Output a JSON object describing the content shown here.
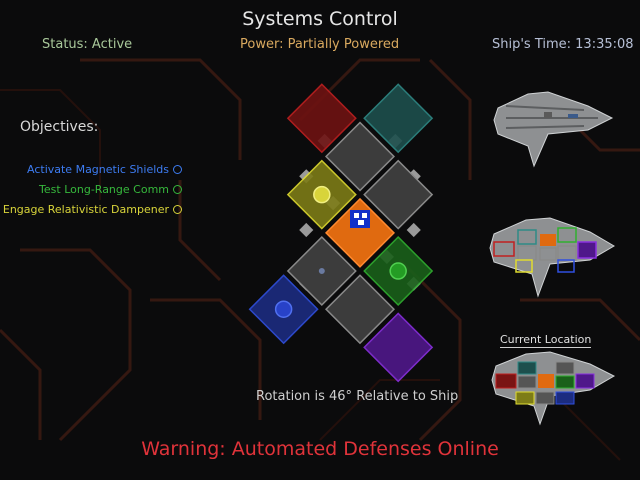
{
  "header": {
    "title": "Systems Control",
    "status": "Status: Active",
    "power": "Power: Partially Powered",
    "ship_time": "Ship's Time: 13:35:08"
  },
  "objectives": {
    "heading": "Objectives:",
    "items": [
      {
        "label": "Activate Magnetic Shields",
        "color": "#3d7cf2"
      },
      {
        "label": "Test Long-Range Comm",
        "color": "#36b83c"
      },
      {
        "label": "Engage Relativistic Dampener",
        "color": "#d8d43a"
      }
    ]
  },
  "rotation_text": "Rotation is 46° Relative to Ship",
  "warning": "Warning: Automated Defenses Online",
  "current_location_label": "Current Location",
  "module_colors": {
    "red": "#7a1414",
    "teal": "#1f5553",
    "gray": "#3f3f3f",
    "yellow": "#8b8a1a",
    "orange": "#e06a10",
    "green": "#1d6a1d",
    "blue": "#1d2f8a",
    "purple": "#55198f"
  }
}
